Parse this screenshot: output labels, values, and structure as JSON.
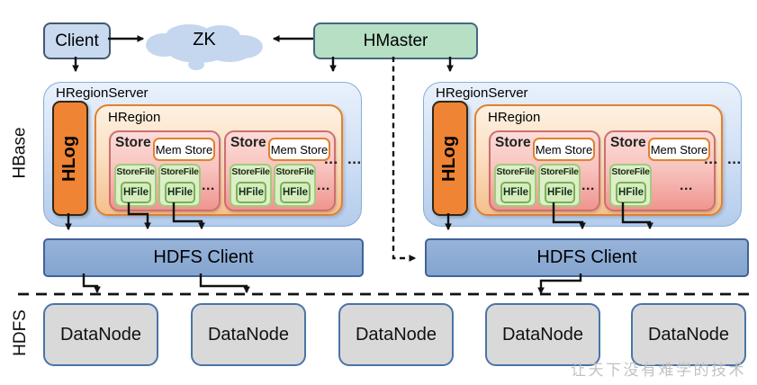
{
  "nodes": {
    "client": "Client",
    "zk": "ZK",
    "hmaster": "HMaster",
    "hregionserver": "HRegionServer",
    "hlog": "HLog",
    "hregion": "HRegion",
    "store": "Store",
    "mem_store": "Mem Store",
    "storefile": "StoreFile",
    "hfile": "HFile",
    "hdfs_client": "HDFS Client",
    "datanode": "DataNode",
    "ellipsis": "..."
  },
  "side_labels": {
    "hbase": "HBase",
    "hdfs": "HDFS"
  },
  "watermark": "让天下没有难学的技术",
  "colors": {
    "client_fill": "#c9daf0",
    "hmaster_fill": "#b6dfc4",
    "cloud_fill": "#c5d7ef",
    "regionserver_fill_top": "#e9f1fb",
    "regionserver_fill_bottom": "#b4ccec",
    "hlog_fill": "#ee8434",
    "hregion_border": "#e0812f",
    "store_border": "#cd6f6f",
    "store_fill_bottom": "#f0958f",
    "storefile_fill": "#dcefc8",
    "hfile_border": "#7db058",
    "hdfs_client_fill": "#8fafd6",
    "datanode_fill": "#d9d9d9",
    "arrow": "#111111"
  }
}
